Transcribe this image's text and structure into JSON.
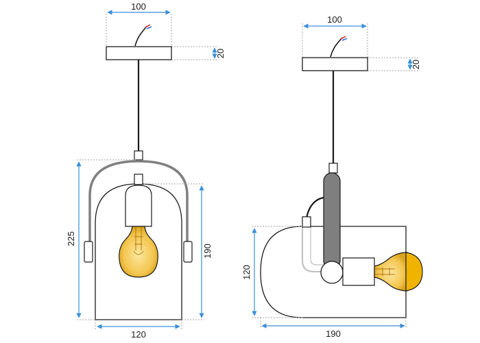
{
  "dimensions": {
    "front_canopy_width": "100",
    "front_canopy_height": "20",
    "front_total_height": "225",
    "front_shade_height": "190",
    "front_shade_width": "120",
    "side_canopy_width": "100",
    "side_canopy_height": "20",
    "side_shade_height": "120",
    "side_total_length": "190"
  },
  "colors": {
    "outline": "#1a1a1a",
    "dimension_line": "#3b8fd9",
    "extension_line": "#9a9a9a",
    "arm": "#808080",
    "bulb_amber": "#f0b400",
    "cable": "#1a1a1a",
    "wire_red": "#d63a3a",
    "wire_blue": "#3a6fd6"
  }
}
